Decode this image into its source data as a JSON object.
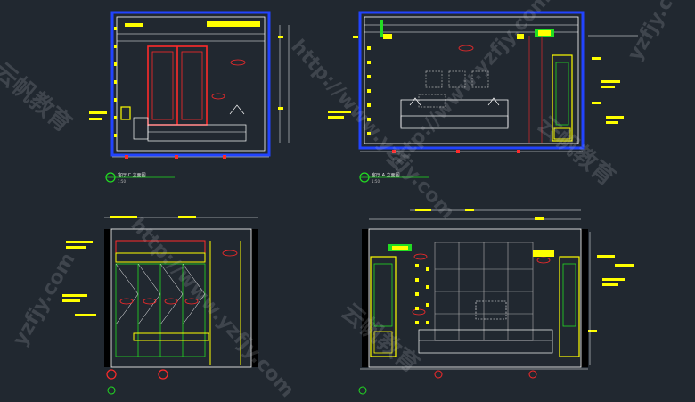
{
  "drawing": {
    "colors": {
      "background": "#212830",
      "wall_frame": "#2244ff",
      "wall_fill": "#000000",
      "outline": "#ffffff",
      "red": "#ff2a2a",
      "yellow": "#ffff00",
      "green": "#22dd22",
      "cyan": "#22cccc",
      "gray": "#b0b0b0"
    },
    "captions": [
      {
        "title": "客厅 C 立面图",
        "scale": "1:50"
      },
      {
        "title": "客厅 A 立面图",
        "scale": "1:50"
      }
    ],
    "watermark": {
      "url_text": "http://www.yzfjy.com",
      "brand_text": "云帆教育",
      "side_text": "yzfjy.com"
    }
  }
}
